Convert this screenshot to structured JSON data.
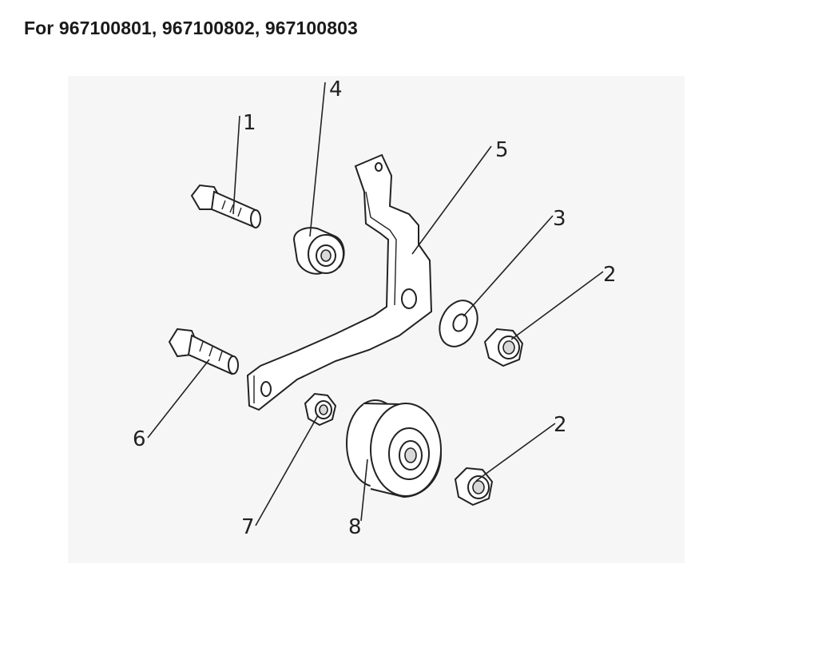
{
  "title": "For 967100801, 967100802, 967100803",
  "diagram": {
    "callouts": [
      {
        "id": "1",
        "part": "bolt"
      },
      {
        "id": "2",
        "part": "lock-nut"
      },
      {
        "id": "2",
        "part": "lock-nut"
      },
      {
        "id": "3",
        "part": "washer"
      },
      {
        "id": "4",
        "part": "spacer"
      },
      {
        "id": "5",
        "part": "idler-bracket"
      },
      {
        "id": "6",
        "part": "bolt"
      },
      {
        "id": "7",
        "part": "nut"
      },
      {
        "id": "8",
        "part": "idler-pulley"
      }
    ]
  }
}
